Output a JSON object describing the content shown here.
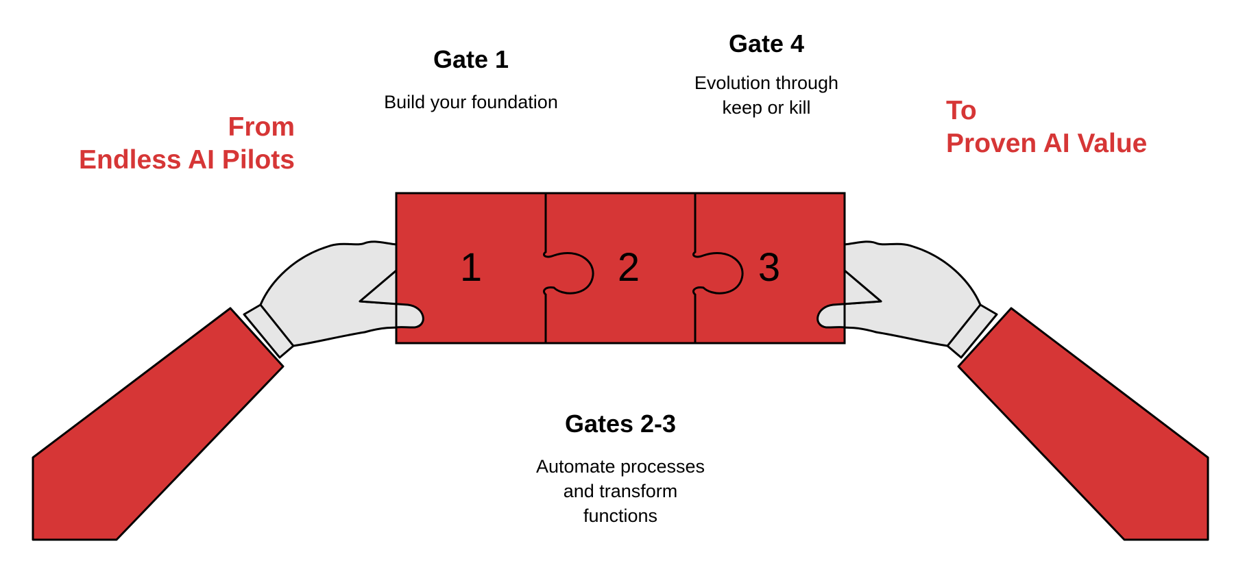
{
  "colors": {
    "accent": "#d63636",
    "glove": "#e6e6e6",
    "outline": "#000000"
  },
  "gate1": {
    "title": "Gate 1",
    "description": "Build your foundation"
  },
  "gate4": {
    "title": "Gate 4",
    "description_lines": [
      "Evolution through",
      "keep or kill"
    ]
  },
  "gates23": {
    "title": "Gates 2-3",
    "description_lines": [
      "Automate processes",
      "and transform",
      "functions"
    ]
  },
  "from": {
    "lines": [
      "From",
      "Endless AI Pilots"
    ]
  },
  "to": {
    "lines": [
      "To",
      "Proven AI Value"
    ]
  },
  "pieces": [
    {
      "number": "1"
    },
    {
      "number": "2"
    },
    {
      "number": "3"
    }
  ]
}
